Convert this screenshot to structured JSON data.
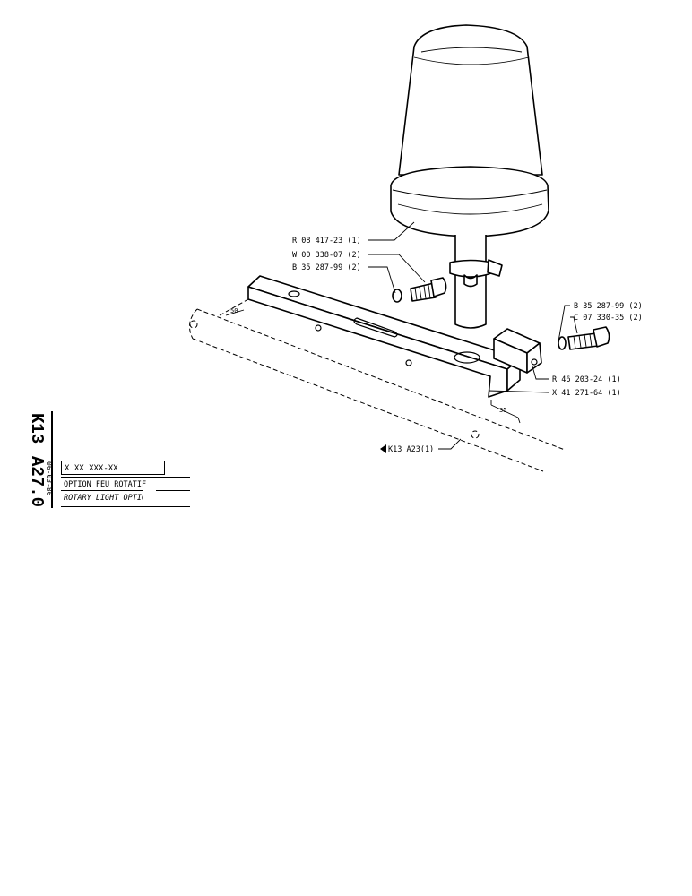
{
  "callouts": {
    "r08": "R 08 417-23 (1)",
    "w00": "W 00 338-07 (2)",
    "b35_left": "B 35 287-99 (2)",
    "b35_right": "B 35 287-99 (2)",
    "c07": "C 07 330-35 (2)",
    "r46": "R 46 203-24 (1)",
    "x41": "X 41 271-64 (1)",
    "k13_ref": "K13 A23(1)"
  },
  "dimensions": {
    "d50": "50",
    "d35": "35"
  },
  "title_block": {
    "code_line1": "K13",
    "code_line2": "A27.0",
    "date": "06-03-86",
    "part_number": "X XX XXX-XX",
    "title_fr": "OPTION FEU ROTATIF",
    "title_en": "ROTARY LIGHT OPTION"
  }
}
